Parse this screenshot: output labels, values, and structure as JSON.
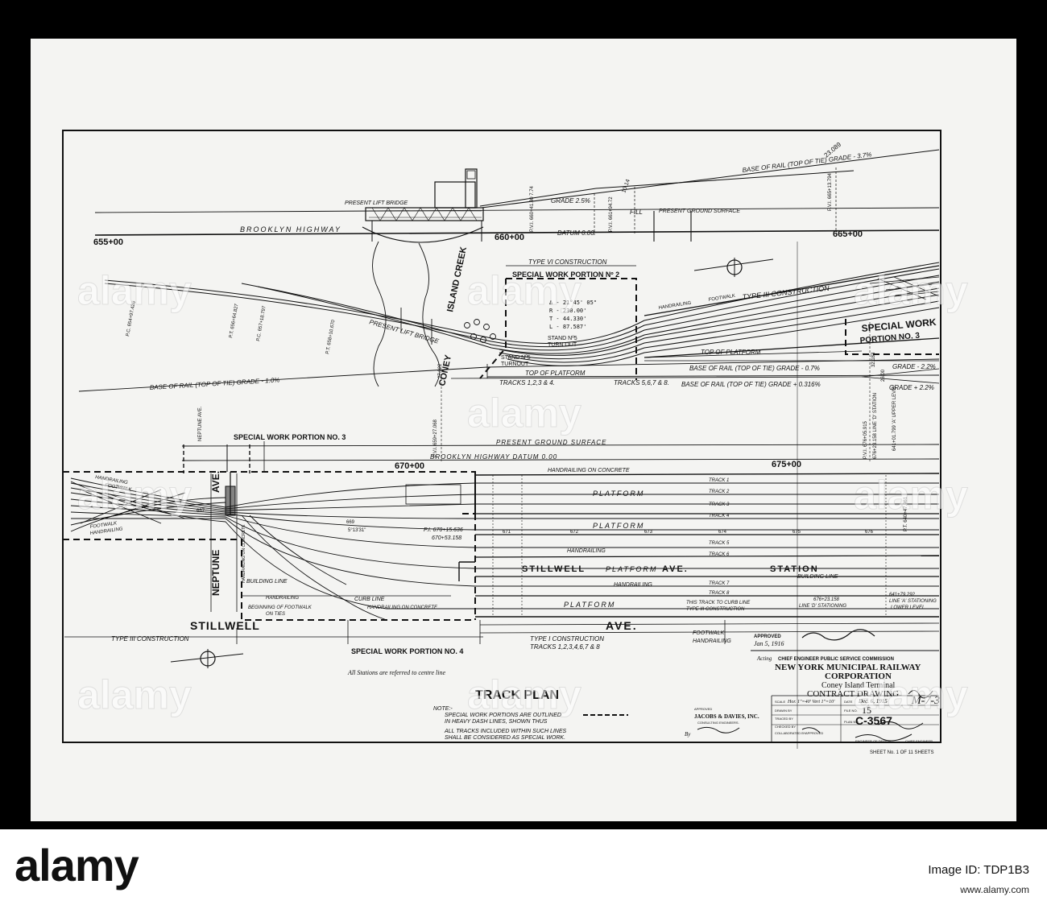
{
  "profile": {
    "lift_bridge": "PRESENT LIFT BRIDGE",
    "brooklyn_highway": "BROOKLYN  HIGHWAY",
    "station_655": "655+00",
    "station_660": "660+00",
    "station_665": "665+00",
    "datum": "DATUM 0.00",
    "grade_25": "GRADE 2.5%",
    "fill": "FILL",
    "present_ground": "PRESENT GROUND SURFACE",
    "base_of_rail_37": "BASE OF RAIL (TOP OF TIE) GRADE - 3.7%",
    "elev_23089": "23.089",
    "elev_10_14": "10.14",
    "pvi_660": "P.V.I. 660+41.80 7.74",
    "pvi_661": "P.V.I. 661+94.72",
    "pvi_665": "P.V.I. 665+13.794"
  },
  "upper_plan": {
    "type_vi": "TYPE VI CONSTRUCTION",
    "special_work_2": "SPECIAL WORK PORTION Nº 2",
    "type_iii": "TYPE III CONSTRUCTION",
    "special_work_3_a": "SPECIAL WORK",
    "special_work_3_b": "PORTION NO. 3",
    "coney": "CONEY",
    "island_creek": "ISLAND CREEK",
    "lift_bridge": "PRESENT LIFT BRIDGE",
    "curve_delta": "Δ - 21°45' 05\"",
    "curve_r": "R - 230.00'",
    "curve_t": "T - 44.330'",
    "curve_l": "L - 87.587'",
    "stand_turnout_1": "STAND Nº5",
    "stand_turnout_1b": "TURN OUT",
    "stand_turnout_2": "STAND Nº5",
    "stand_turnout_2b": "TURNOUT",
    "handrailing": "HANDRAILING",
    "footwalk": "FOOTWALK",
    "top_of_platform": "TOP OF PLATFORM",
    "tracks_1234": "TRACKS 1,2,3 & 4.",
    "tracks_5678": "TRACKS 5,6,7 & 8.",
    "base_of_rail_07": "BASE OF RAIL (TOP OF TIE) GRADE - 0.7%",
    "base_of_rail_10": "BASE OF RAIL (TOP OF TIE) GRADE - 1.0%",
    "base_of_rail_0316": "BASE OF RAIL (TOP OF TIE) GRADE + 0.316%",
    "grade_22a": "GRADE - 2.2%",
    "grade_22b": "GRADE + 2.2%",
    "pc_654": "P.C. 654+97.426",
    "pt_656": "P.T. 656+64.827",
    "pc_657": "P.C. 657+18.797",
    "pt_658": "P.T. 658+10.670",
    "pvi_659": "P.V.I. 659+27.068",
    "elev_27922": "27.922",
    "elev_32183": "32.183",
    "elev_26": "26.00",
    "pvi_676": "P.V.I. 676+05.915",
    "line_d": "676+23.158 LINE 'D' STATION",
    "upper_level": "641+01.799 'A' UPPER LEVEL"
  },
  "lower_plan": {
    "neptune_ave_small": "NEPTUNE AVE.",
    "special_work_3": "SPECIAL WORK PORTION NO. 3",
    "present_ground": "PRESENT GROUND SURFACE",
    "highway_datum": "BROOKLYN HIGHWAY DATUM 0.00",
    "station_670": "670+00",
    "station_675": "675+00",
    "handrailing_on_concrete": "HANDRAILING ON CONCRETE",
    "platform_1": "PLATFORM",
    "platform_2": "PLATFORM",
    "platform_3": "PLATFORM",
    "platform_4": "PLATFORM",
    "handrailing_a": "HANDRAILING",
    "handrailing_b": "HANDRAILING",
    "handrailing_c": "HANDRAILING",
    "footwalk_a": "FOOTWALK",
    "footwalk_b": "FOOTWALK",
    "footwalk_c": "FOOTWALK",
    "track_1": "TRACK 1",
    "track_2": "TRACK 2",
    "track_3": "TRACK 3",
    "track_4": "TRACK 4",
    "track_5": "TRACK 5",
    "track_6": "TRACK 6",
    "track_7": "TRACK 7",
    "track_8": "TRACK 8",
    "neptune_big": "NEPTUNE",
    "ave_big": "AVE.",
    "stillwell_big": "STILLWELL",
    "stillwell_station": "STILLWELL",
    "platform_ave": "PLATFORM",
    "ave_station": "AVE.",
    "station_word": "STATION",
    "ave_bottom": "AVE.",
    "building_line_a": "BUILDING LINE",
    "building_line_b": "BUILDING LINE",
    "curb_line": "CURB LINE",
    "handrailing_concrete_b": "HANDRAILING ON CONCRETE",
    "beginning_footwalk": "BEGINNING OF FOOTWALK",
    "on_ties": "ON TIES",
    "handrailing_on_concrete_v": "HANDRAILING ON CONCRETE",
    "pi_670_15": "P.I. 670+15.636",
    "pi_670_53": "670+53.158",
    "s_13": "5°13'31\"",
    "sta_667": "667",
    "sta_669": "669",
    "sta_671": "671",
    "sta_672": "672",
    "sta_673": "673",
    "sta_674": "674",
    "sta_675": "675",
    "sta_676": "676",
    "this_track": "THIS TRACK TO CURB LINE",
    "type_iii_small": "TYPE III CONSTRUCTION",
    "lined_stationing": "LINE 'D' STATIONING",
    "sta_676_23": "676+23.158",
    "sta_641_79": "641+79.292",
    "line_a": "LINE 'A' STATIONING",
    "lower_level": "LOWER LEVEL",
    "pt_640": "P.T. 640+47.961",
    "type_iii_bottom": "TYPE III CONSTRUCTION",
    "special_work_4": "SPECIAL WORK PORTION NO. 4",
    "type_i": "TYPE I CONSTRUCTION",
    "tracks_i": "TRACKS 1,2,3,4,6,7 & 8",
    "stations_note": "All Stations are referred to centre line"
  },
  "notes": {
    "title": "TRACK PLAN",
    "note_label": "NOTE:-",
    "note_1a": "SPECIAL WORK PORTIONS ARE OUTLINED",
    "note_1b": "IN HEAVY DASH LINES, SHOWN THUS",
    "note_2a": "ALL TRACKS INCLUDED WITHIN SUCH LINES",
    "note_2b": "SHALL BE CONSIDERED AS SPECIAL WORK."
  },
  "title_block": {
    "approved": "APPROVED",
    "approved_date": "Jan 5, 1916",
    "acting": "Acting",
    "commission": "CHIEF ENGINEER PUBLIC SERVICE COMMISSION",
    "corp_1": "NEW YORK MUNICIPAL RAILWAY",
    "corp_2": "CORPORATION",
    "terminal": "Coney Island Terminal",
    "contract": "CONTRACT DRAWING",
    "scale_label": "SCALE",
    "scale_value": "Hor. 1\"=40' Vert 1\"=10'",
    "drawn_label": "DRAWN BY",
    "traced_label": "TRACED BY",
    "checked_label": "CHECKED BY",
    "date_label": "DATE",
    "date_value": "Dec. 6, 1915",
    "file_label": "FILE NO.",
    "file_value": "15",
    "plan_label": "PLAN NO.",
    "plan_value": "C-3567",
    "collab_label": "COLLABORATED BY",
    "approved_2": "APPROVED",
    "engineers_approved": "APPROVED",
    "engineers_1": "JACOBS & DAVIES, INC.",
    "engineers_2": "CONSULTING ENGINEERS.",
    "by_label": "By",
    "design_label": "ENGINEER OF DESIGN",
    "chief_label": "CHIEF ENGINEER",
    "margin_note": "M-7-3",
    "sheet_note": "SHEET No. 1 OF 11 SHEETS"
  },
  "overlay": {
    "watermark": "alamy",
    "stock_logo": "alamy",
    "stock_id": "Image ID: TDP1B3",
    "stock_url": "www.alamy.com"
  }
}
